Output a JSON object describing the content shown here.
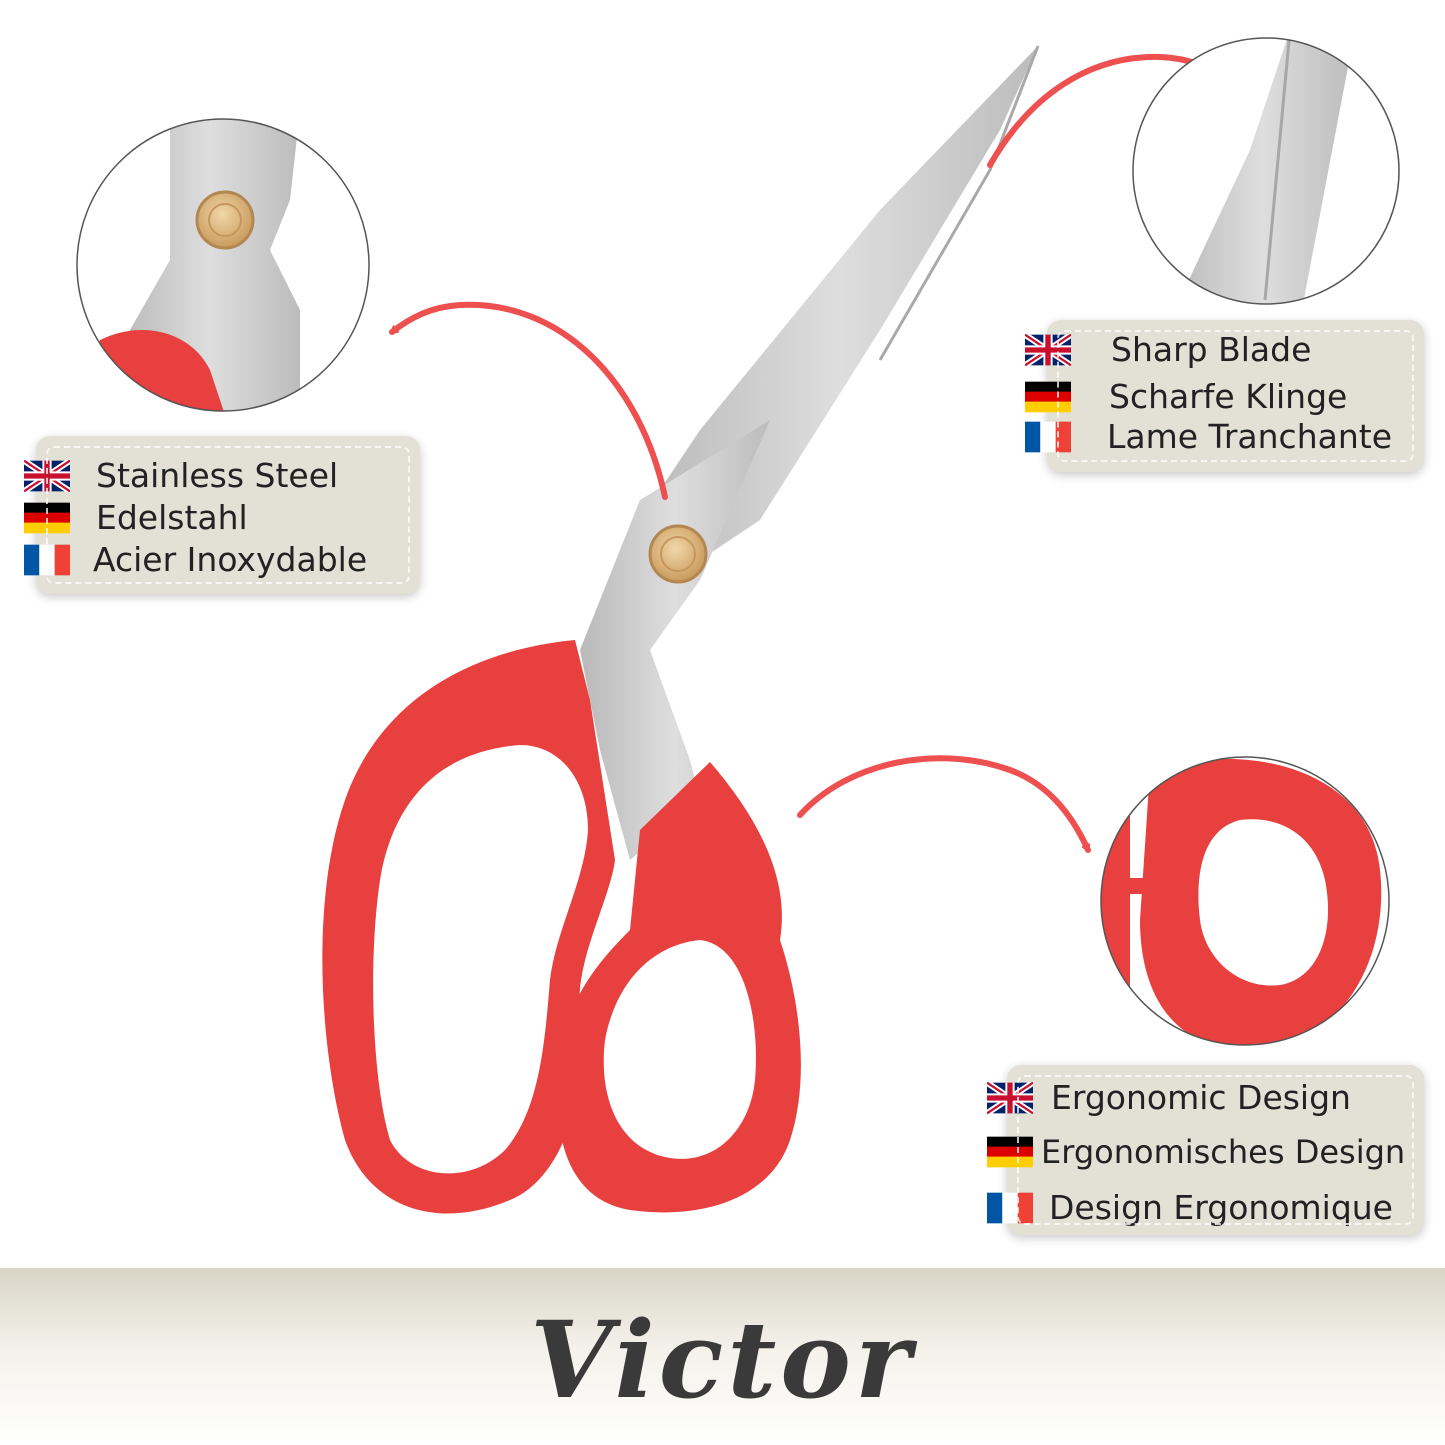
{
  "callouts": {
    "steel": {
      "en": "Stainless Steel",
      "de": "Edelstahl",
      "fr": "Acier Inoxydable"
    },
    "blade": {
      "en": "Sharp Blade",
      "de": "Scharfe Klinge",
      "fr": "Lame Tranchante"
    },
    "design": {
      "en": "Ergonomic Design",
      "de": "Ergonomisches Design",
      "fr": "Design Ergonomique"
    }
  },
  "brand": {
    "logo": "Victor"
  },
  "colors": {
    "handle_red": "#e8403e",
    "arrow_red": "#ee4f4f",
    "card_bg": "#e3e0d5",
    "steel": "#cfcfcf",
    "screw_gold": "#d9b27a"
  },
  "icons": {
    "uk_flag": "uk-flag-icon",
    "de_flag": "de-flag-icon",
    "fr_flag": "fr-flag-icon"
  }
}
